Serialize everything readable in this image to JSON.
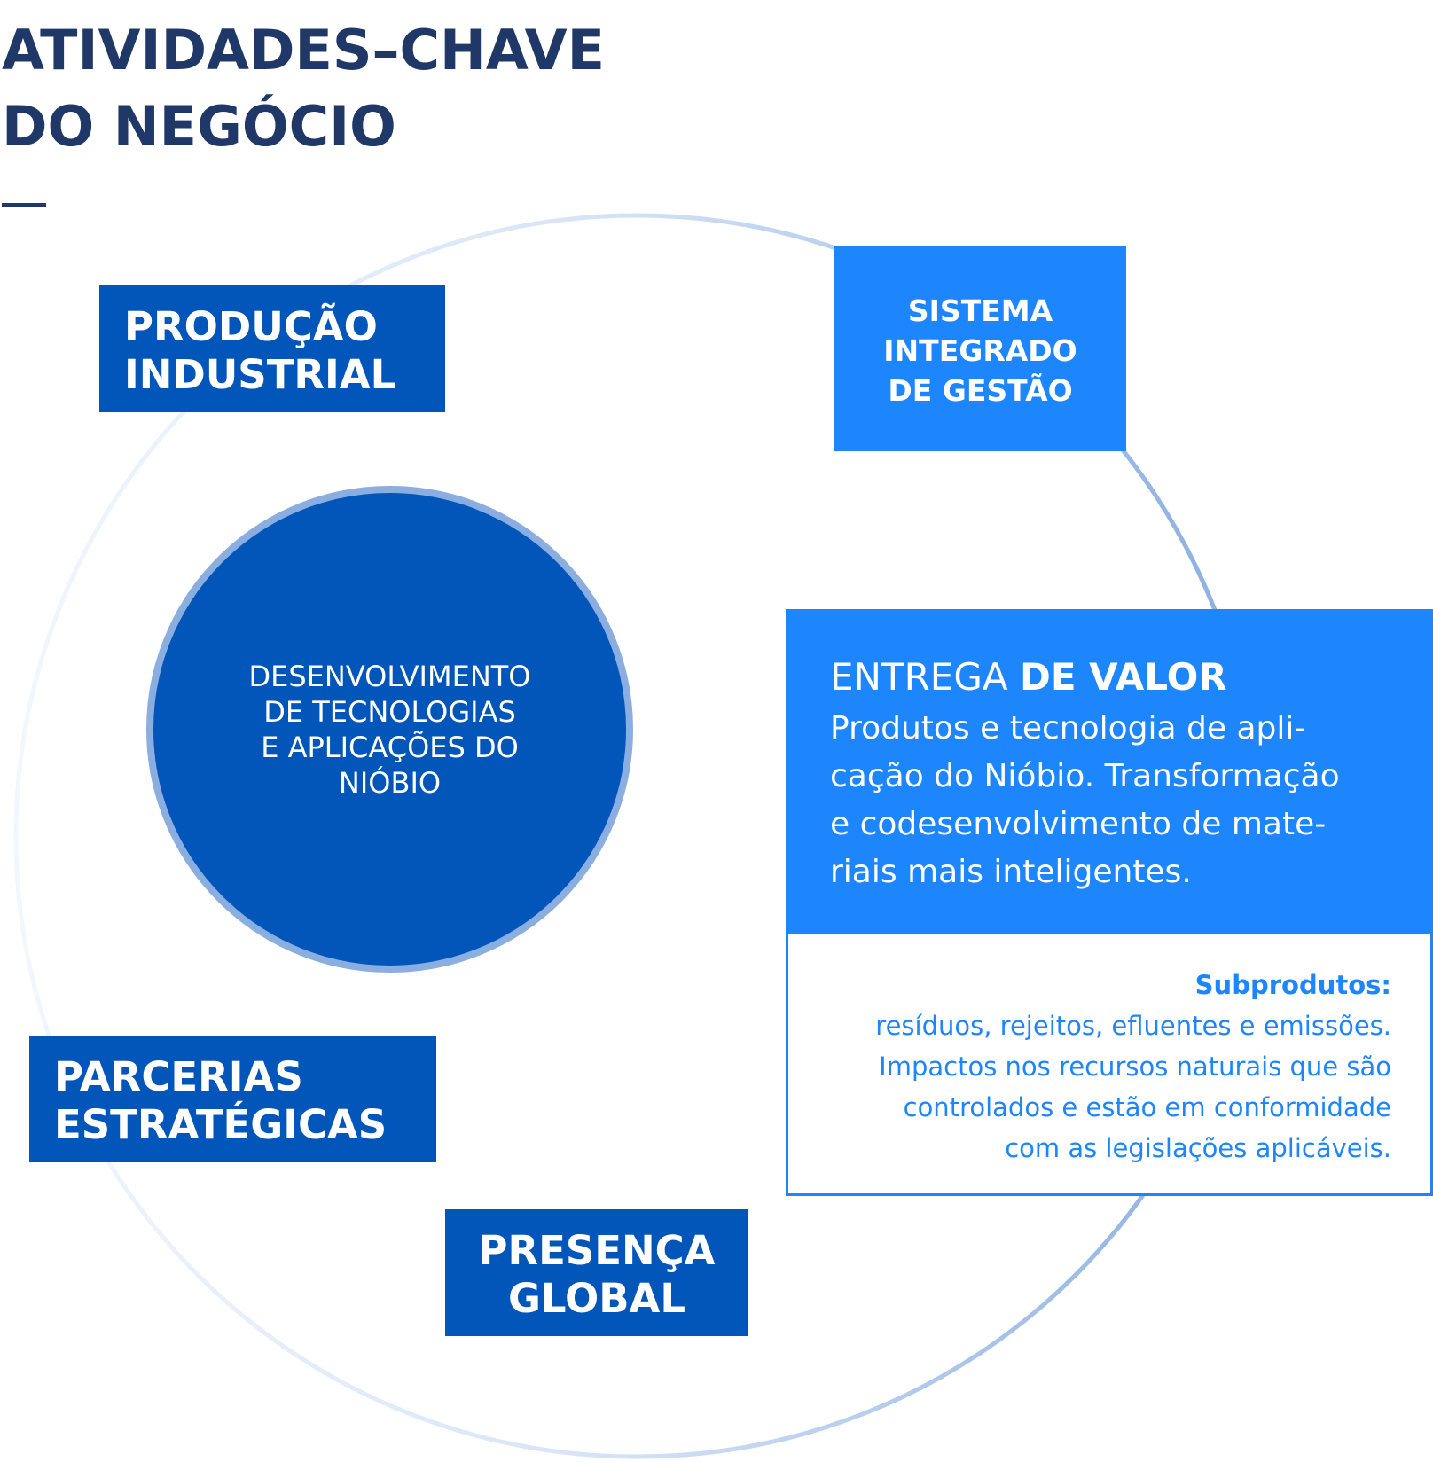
{
  "title": {
    "line1": "ATIVIDADES–CHAVE",
    "line2": "DO NEGÓCIO"
  },
  "activities": {
    "producao": {
      "line1": "PRODUÇÃO",
      "line2": "INDUSTRIAL"
    },
    "sistema": {
      "line1": "SISTEMA",
      "line2": "INTEGRADO",
      "line3": "DE GESTÃO"
    },
    "parcerias": {
      "line1": "PARCERIAS",
      "line2": "ESTRATÉGICAS"
    },
    "presenca": {
      "line1": "PRESENÇA",
      "line2": "GLOBAL"
    }
  },
  "core": {
    "lines": [
      "DESENVOLVIMENTO",
      "DE TECNOLOGIAS",
      "E APLICAÇÕES DO",
      "NIÓBIO"
    ]
  },
  "value_delivery": {
    "heading_light": "ENTREGA ",
    "heading_bold": "DE VALOR",
    "lines": [
      "Produtos e tecnologia de apli-",
      "cação do Nióbio. Transformação",
      "e codesenvolvimento de mate-",
      "riais mais inteligentes."
    ]
  },
  "byproducts": {
    "heading": "Subprodutos:",
    "lines": [
      "resíduos, rejeitos, efluentes e emissões.",
      "Impactos nos recursos naturais que são",
      "controlados e estão em conformidade",
      "com as legislações aplicáveis."
    ]
  },
  "colors": {
    "title": "#203868",
    "dark_box": "#0255b9",
    "light_box": "#1e86fc",
    "ring": "#8aaee0"
  }
}
